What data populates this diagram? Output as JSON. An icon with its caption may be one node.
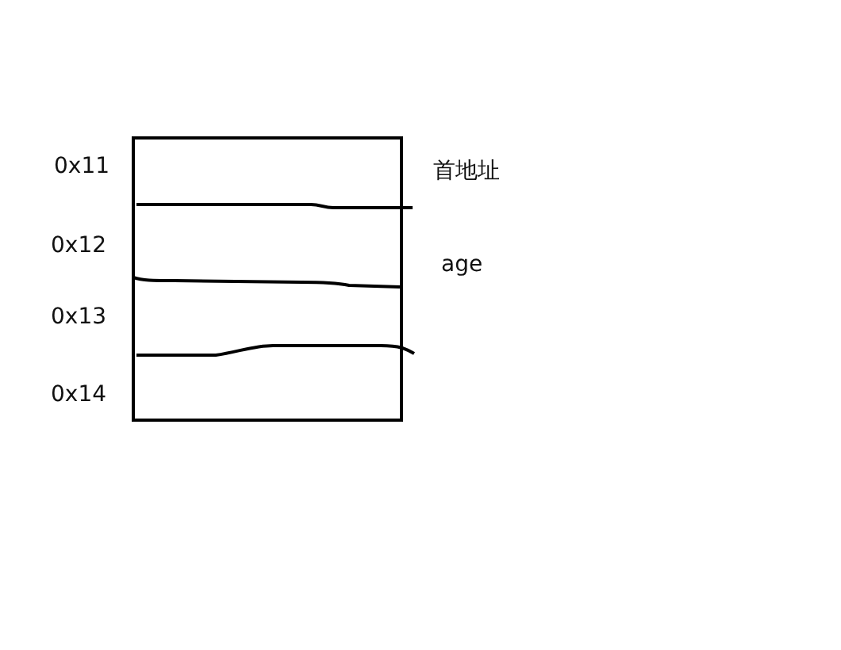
{
  "diagram": {
    "labels": [
      "0x11",
      "首地址",
      "0x12",
      "age",
      "0x13",
      "0x14"
    ]
  }
}
